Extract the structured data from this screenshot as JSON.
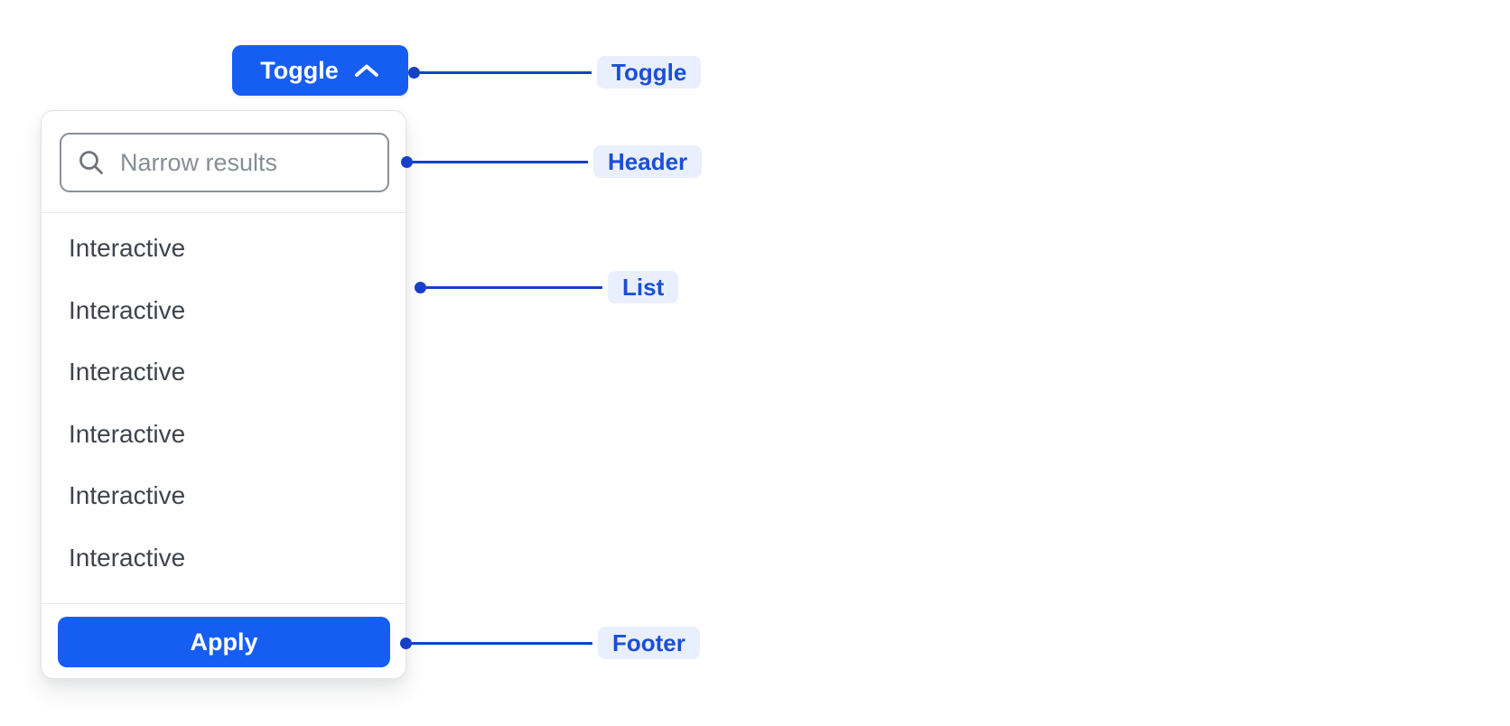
{
  "toggle_button": {
    "label": "Toggle"
  },
  "panel": {
    "header": {
      "search_placeholder": "Narrow results"
    },
    "list": {
      "items": [
        "Interactive",
        "Interactive",
        "Interactive",
        "Interactive",
        "Interactive",
        "Interactive"
      ]
    },
    "footer": {
      "apply_label": "Apply"
    }
  },
  "annotations": [
    {
      "label": "Toggle"
    },
    {
      "label": "Header"
    },
    {
      "label": "List"
    },
    {
      "label": "Footer"
    }
  ],
  "colors": {
    "accent": "#165EF2",
    "annotation-line": "#1640C8",
    "annotation-pill-bg": "#E9EFFC",
    "annotation-pill-text": "#1B4FD8",
    "panel-border": "#E2E3E8",
    "divider": "#E7E8EB",
    "input-border": "#8A8F99",
    "placeholder": "#878D96",
    "item-text": "#3F444D",
    "icon-gray": "#6E737C"
  }
}
